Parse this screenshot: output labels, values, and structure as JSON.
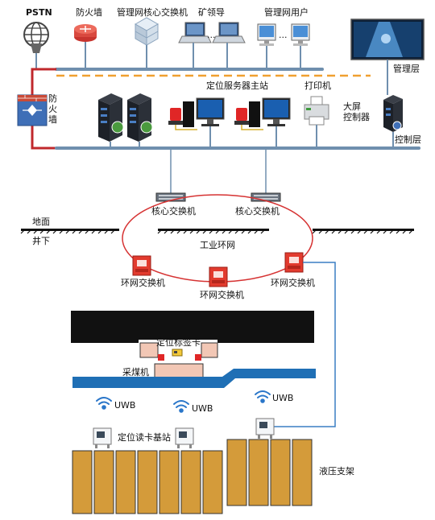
{
  "labels": {
    "pstn": "PSTN",
    "firewall_top": "防火墙",
    "mgmt_core_switch": "管理网核心交换机",
    "mine_leader": "矿领导",
    "mgmt_users": "管理网用户",
    "mgmt_layer": "管理层",
    "firewall_side": "防\n火\n墙",
    "location_server": "定位服务器主站",
    "printer": "打印机",
    "big_screen": "大屏\n控制器",
    "control_layer": "控制层",
    "core_switch_1": "核心交换机",
    "core_switch_2": "核心交换机",
    "ground": "地面",
    "underground": "井下",
    "industrial_ring": "工业环网",
    "ring_switch_1": "环网交换机",
    "ring_switch_2": "环网交换机",
    "ring_switch_3": "环网交换机",
    "tag_card": "定位标签卡",
    "shearer": "采煤机",
    "uwb_1": "UWB",
    "uwb_2": "UWB",
    "uwb_3": "UWB",
    "reader_station": "定位读卡基站",
    "hydraulic_support": "液压支架",
    "ellipsis_1": "...",
    "ellipsis_2": "..."
  },
  "colors": {
    "bus_line": "#6f8fae",
    "firewall_line": "#c0282c",
    "dashed_line": "#f0a030",
    "ring_line": "#d63333",
    "fiber_line": "#3a7fc4",
    "coal_seam": "#111111",
    "roadway": "#1f6fb5",
    "hydraulic": "#d49b3a",
    "ring_switch": "#e23b2e"
  }
}
